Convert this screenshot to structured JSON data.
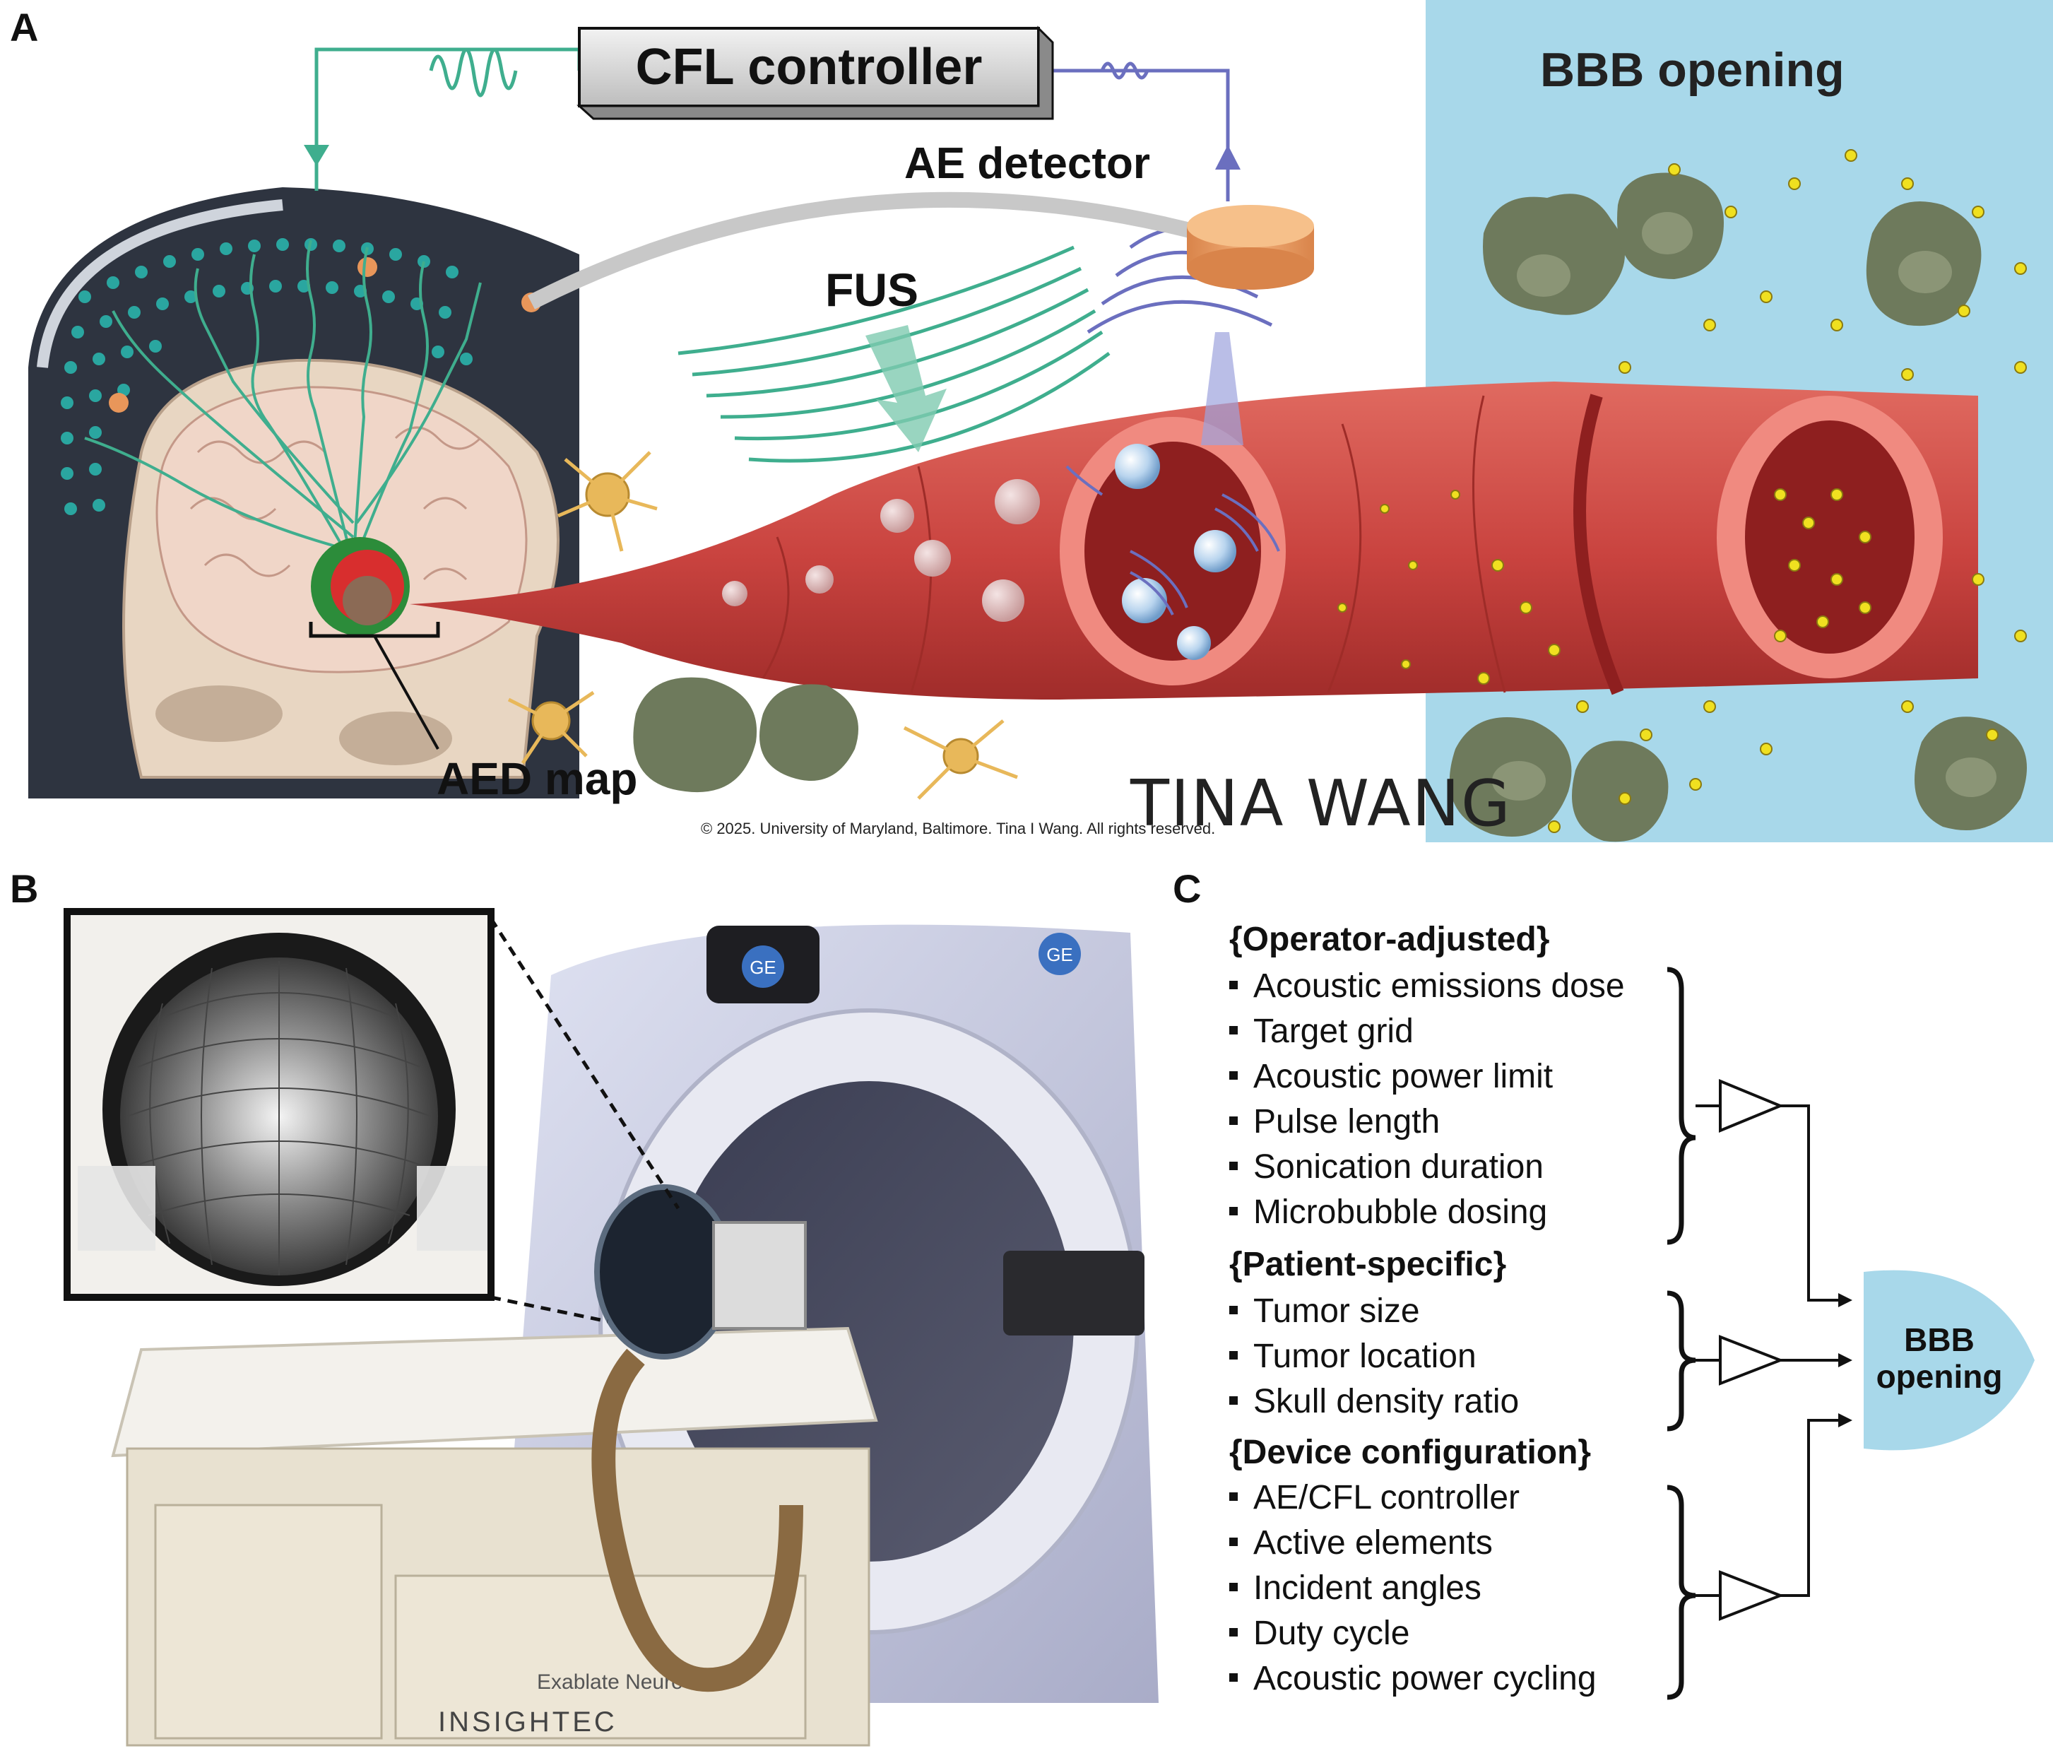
{
  "panels": {
    "a": {
      "letter": "A"
    },
    "b": {
      "letter": "B"
    },
    "c": {
      "letter": "C"
    }
  },
  "panel_a": {
    "cfl_controller": "CFL controller",
    "ae_detector": "AE detector",
    "fus": "FUS",
    "aed_map": "AED map",
    "bbb_opening": "BBB opening",
    "signature": "TINA WANG",
    "copyright": "© 2025. University of Maryland, Baltimore. Tina I Wang. All rights reserved.",
    "colors": {
      "background_tissue": "#a8d8ea",
      "vessel": "#c9433f",
      "vessel_dark": "#8e1f1f",
      "cfl_signal": "#3fae8e",
      "ae_signal": "#6b6fbf",
      "detector": "#e8a060",
      "drug_particle": "#f0e020",
      "tumor_cell": "#6e7a5c",
      "microbubble": "#c8ddf0"
    }
  },
  "panel_b": {
    "scanner_logo": "GE",
    "device_label": "INSIGHTEC",
    "device_model": "Exablate Neuro"
  },
  "panel_c": {
    "groups": [
      {
        "heading": "{Operator-adjusted}",
        "items": [
          "Acoustic emissions dose",
          "Target grid",
          "Acoustic power limit",
          "Pulse length",
          "Sonication duration",
          "Microbubble dosing"
        ]
      },
      {
        "heading": "{Patient-specific}",
        "items": [
          "Tumor size",
          "Tumor location",
          "Skull density ratio"
        ]
      },
      {
        "heading": "{Device configuration}",
        "items": [
          "AE/CFL controller",
          "Active elements",
          "Incident angles",
          "Duty cycle",
          "Acoustic power cycling"
        ]
      }
    ],
    "outcome_line1": "BBB",
    "outcome_line2": "opening",
    "outcome_color": "#a8d8ea"
  }
}
